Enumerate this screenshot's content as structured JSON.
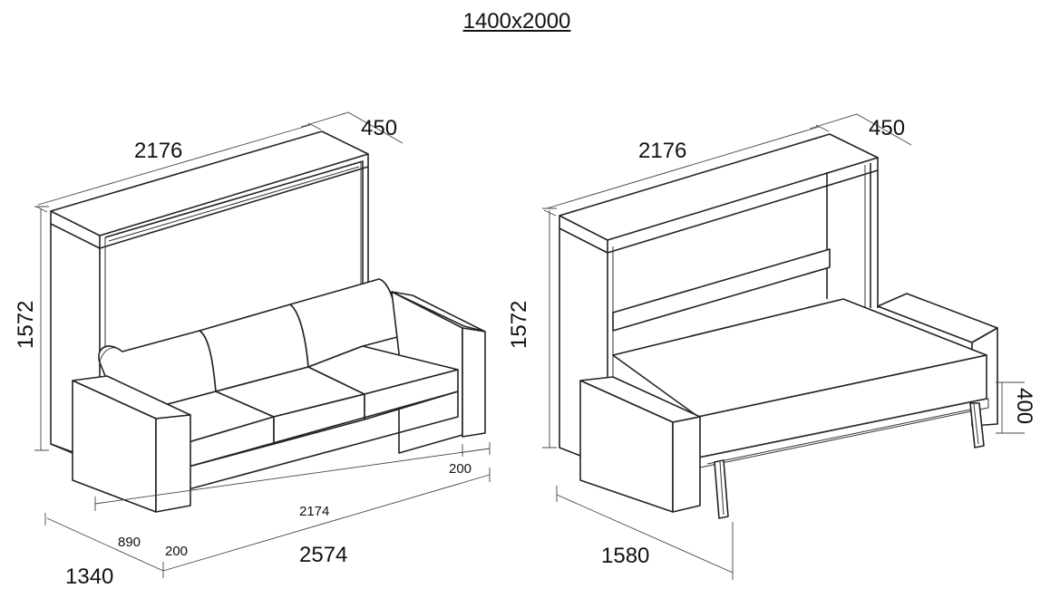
{
  "title": "1400x2000",
  "left_view": {
    "width": "2176",
    "depth": "450",
    "height": "1572",
    "sofa_inner_width": "2174",
    "armrest": "200",
    "armrest_left": "200",
    "sofa_depth": "890",
    "total_depth": "1340",
    "total_width": "2574"
  },
  "right_view": {
    "width": "2176",
    "depth": "450",
    "height": "1572",
    "bed_height": "400",
    "open_depth": "1580"
  }
}
